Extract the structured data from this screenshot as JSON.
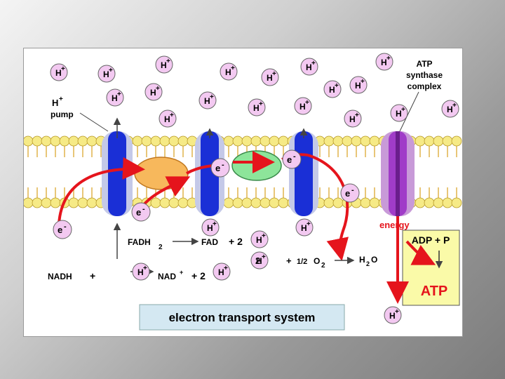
{
  "title": "electron transport system",
  "proton": {
    "symbol": "H",
    "charge": "+"
  },
  "electron": {
    "symbol": "e",
    "charge": "-"
  },
  "labels": {
    "h_pump_h": "H",
    "h_pump_plus": "+",
    "h_pump_word": "pump",
    "atp_synthase": [
      "ATP",
      "synthase",
      "complex"
    ],
    "energy": "energy",
    "adp_p": "ADP + P",
    "atp": "ATP"
  },
  "equations": {
    "fadh": "FADH",
    "fadh_sub": "2",
    "fad": "FAD",
    "fad_plus2": "+ 2",
    "water_coef": "2",
    "water_plus": "+",
    "half": "1/2",
    "o": "O",
    "o_sub": "2",
    "h2o_h": "H",
    "h2o_sub": "2",
    "h2o_o": "O",
    "nadh": "NADH",
    "nadh_plus": "+",
    "nad": "NAD",
    "nad_sup": "+",
    "nad_plus2": "+ 2"
  },
  "colors": {
    "proton_fill": "#f3c9f1",
    "lipid_head": "#f6ea86",
    "lipid_tail": "#e0b24a",
    "complex_blue": "#1a2fd6",
    "complex_pale": "#c4c9e8",
    "ubiquinone": "#f7b85c",
    "cytochrome": "#8de59a",
    "synthase_purple": "#a03cc8",
    "arrow_red": "#e5141c",
    "atp_box": "#fafaa8",
    "atp_text": "#e5141c"
  }
}
